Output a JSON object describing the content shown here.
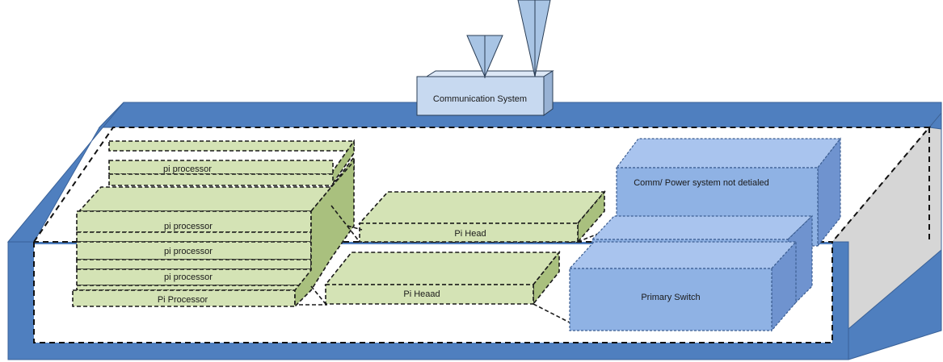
{
  "diagram": {
    "communication_label": "Communication System",
    "comm_power_label": "Comm/ Power system not detialed",
    "primary_switch_label": "Primary Switch",
    "pi_head_upper_label": "Pi Head",
    "pi_head_lower_label": "Pi Heaad",
    "processor_top_label": "pi processor",
    "processor_labels": [
      "pi processor",
      "pi processor",
      "pi processor",
      "Pi Processor"
    ]
  },
  "colors": {
    "enclosure_blue": "#4f7fbf",
    "enclosure_edge": "#3a6299",
    "enclosure_side_gray": "#d6d6d6",
    "green_face": "#d4e3b5",
    "green_side": "#a9c07e",
    "blue_front": "#8fb2e4",
    "blue_top": "#a9c4ee",
    "blue_side": "#6f93cf",
    "comm_box_front": "#c7d9f0",
    "antenna_fill": "#a8c4e4"
  }
}
